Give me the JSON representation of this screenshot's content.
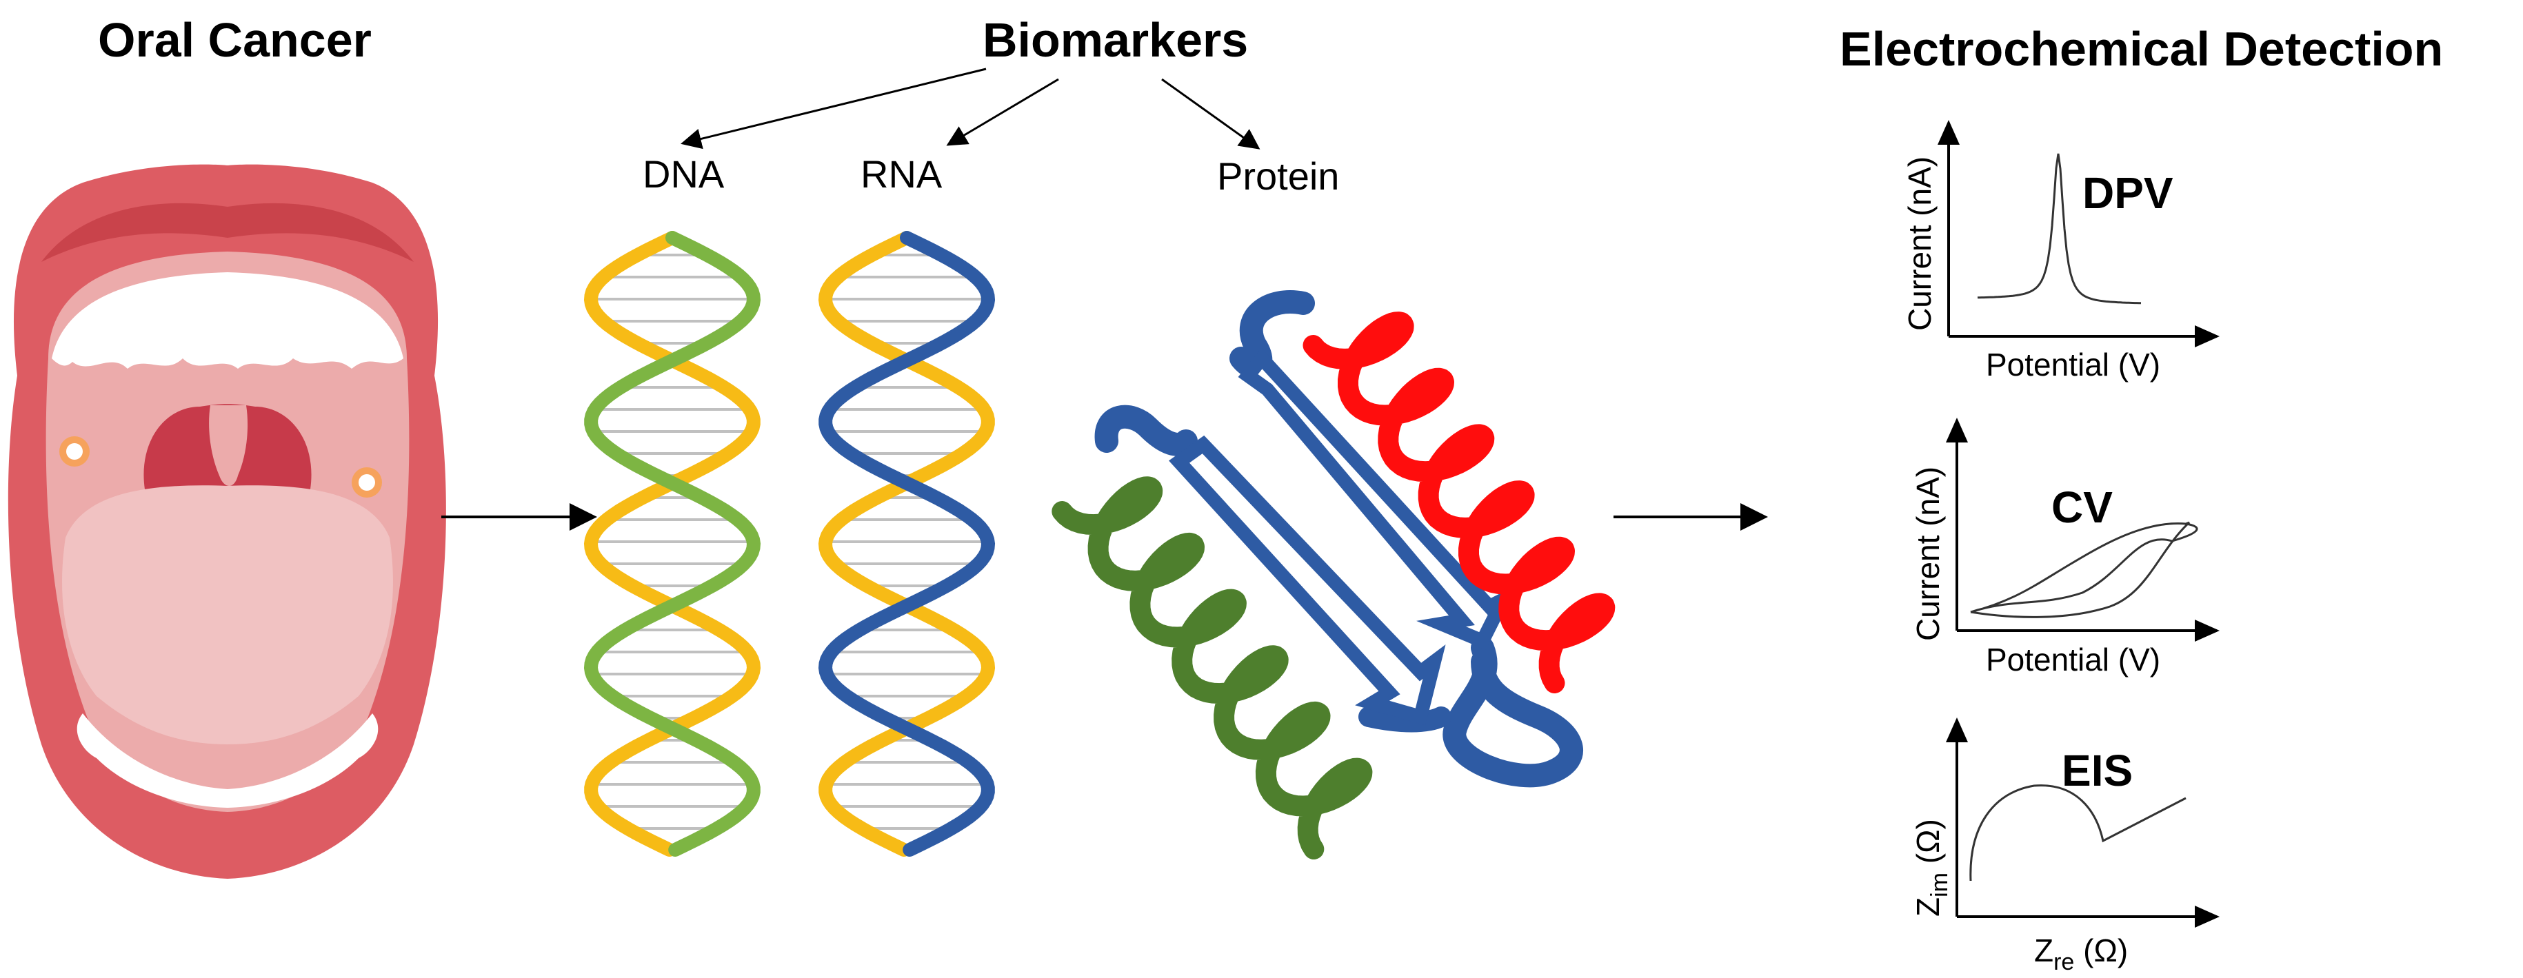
{
  "titles": {
    "oral_cancer": "Oral Cancer",
    "biomarkers": "Biomarkers",
    "electrochemical_detection": "Electrochemical Detection"
  },
  "biomarkers": {
    "dna": "DNA",
    "rna": "RNA",
    "protein": "Protein"
  },
  "detection": {
    "dpv": {
      "name": "DPV",
      "ylabel": "Current (nA)",
      "xlabel": "Potential (V)"
    },
    "cv": {
      "name": "CV",
      "ylabel": "Current (nA)",
      "xlabel": "Potential (V)"
    },
    "eis": {
      "name": "EIS",
      "ylabel_main": "Z",
      "ylabel_sub": "im",
      "ylabel_unit": " (Ω)",
      "xlabel_main": "Z",
      "xlabel_sub": "re",
      "xlabel_unit": " (Ω)"
    }
  },
  "colors": {
    "lip": "#dd5c63",
    "lip_dark": "#c9434b",
    "mouth_inner": "#ecabab",
    "tongue": "#f1c2c2",
    "throat": "#c73a4a",
    "teeth": "#ffffff",
    "dna_green": "#7db543",
    "dna_yellow": "#f7bb16",
    "rna_blue": "#2e5ba4",
    "protein_red": "#ff0d0d",
    "protein_green": "#4e7f2d",
    "protein_blue": "#2e5ba4",
    "rung": "#c0c0c0"
  }
}
